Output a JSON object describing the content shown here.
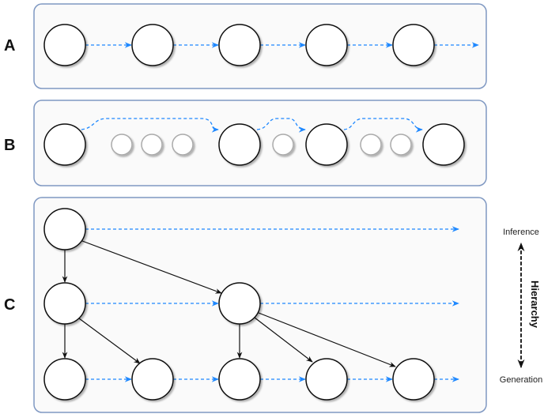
{
  "labels": {
    "a": "A",
    "b": "B",
    "c": "C"
  },
  "legend": {
    "top": "Inference",
    "bottom": "Generation",
    "axis": "Hierarchy"
  },
  "colors": {
    "dashed_arrow": "#1e88ff",
    "panel_border": "#7f98c2",
    "solid_arrow": "#111111"
  }
}
